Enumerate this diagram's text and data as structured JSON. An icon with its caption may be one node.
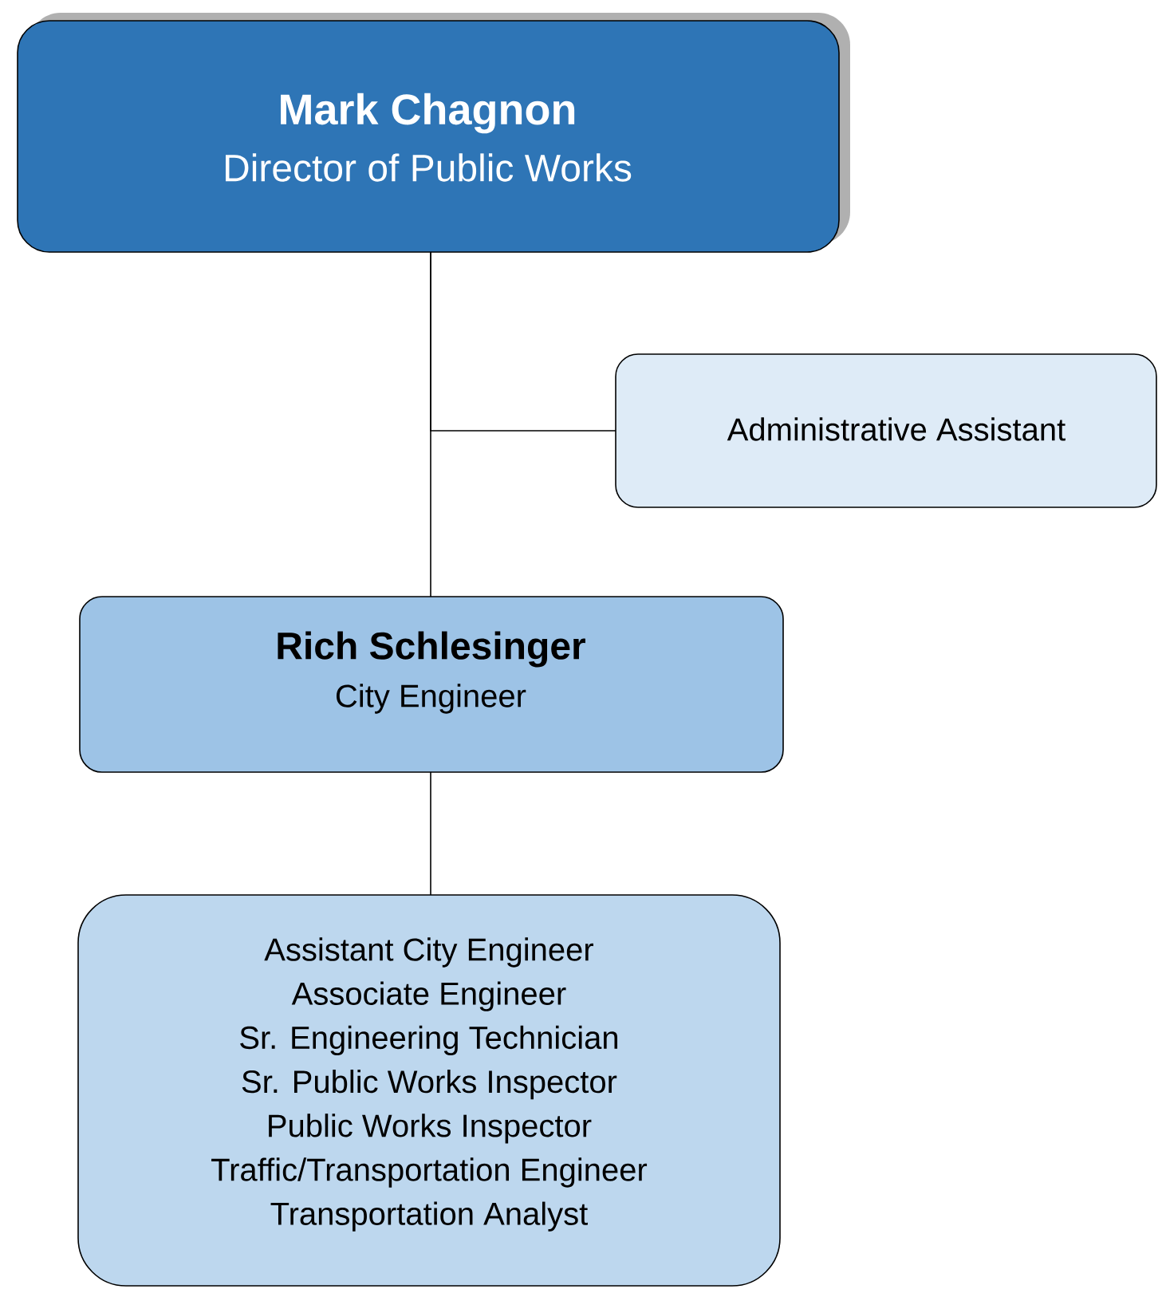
{
  "diagram": {
    "nodes": [
      {
        "text": [
          "Mark Chagnon",
          "Director of Public Works"
        ]
      },
      {
        "text": [
          "Administrative Assistant"
        ]
      },
      {
        "text": [
          "Rich Schlesinger",
          "City Engineer"
        ]
      },
      {
        "text": [
          "Assistant City Engineer",
          "Associate Engineer",
          "Sr. Engineering Technician",
          "Sr. Public Works Inspector",
          "Public Works Inspector",
          "Traffic/Transportation Engineer",
          "Transportation Analyst"
        ]
      }
    ],
    "edges": [
      {
        "from": 0,
        "to": 1,
        "arrow": "none"
      },
      {
        "from": 0,
        "to": 2,
        "arrow": "none"
      },
      {
        "from": 2,
        "to": 3,
        "arrow": "none"
      }
    ]
  }
}
